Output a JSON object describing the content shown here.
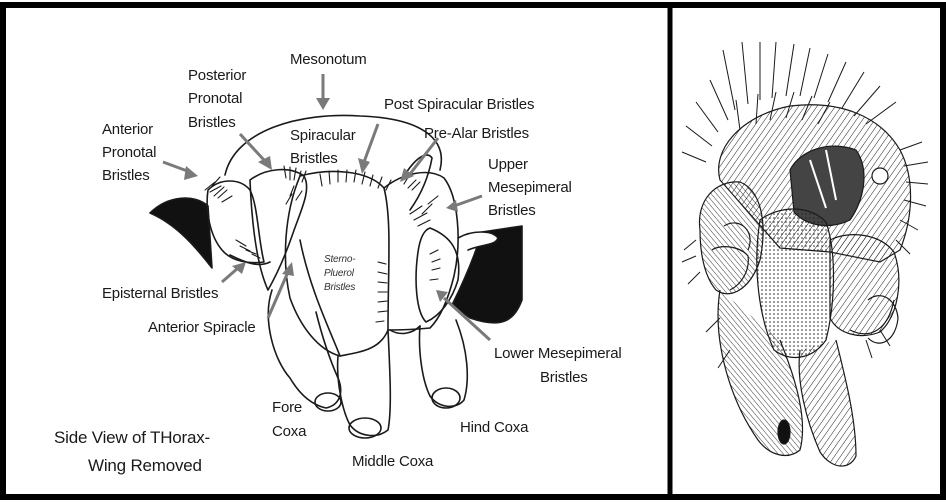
{
  "labels": {
    "mesonotum": "Mesonotum",
    "posterior_pronotal": [
      "Posterior",
      "Pronotal",
      "Bristles"
    ],
    "anterior_pronotal": [
      "Anterior",
      "Pronotal",
      "Bristles"
    ],
    "spiracular": [
      "Spiracular",
      "Bristles"
    ],
    "post_spiracular": "Post Spiracular Bristles",
    "pre_alar": "Pre-Alar Bristles",
    "upper_mesepimeral": [
      "Upper",
      "Mesepimeral",
      "Bristles"
    ],
    "sterno_pleural": [
      "Sterno-",
      "Pluerol",
      "Bristles"
    ],
    "episternal": "Episternal Bristles",
    "anterior_spiracle": "Anterior Spiracle",
    "lower_mesepimeral": [
      "Lower Mesepimeral",
      "Bristles"
    ],
    "fore_coxa": [
      "Fore",
      "Coxa"
    ],
    "middle_coxa": "Middle Coxa",
    "hind_coxa": "Hind Coxa",
    "caption": [
      "Side View of THorax-",
      "Wing Removed"
    ]
  },
  "colors": {
    "ink": "#1a1a1a",
    "arrow": "#7a7a7a",
    "frame": "#000000",
    "paper": "#ffffff"
  }
}
